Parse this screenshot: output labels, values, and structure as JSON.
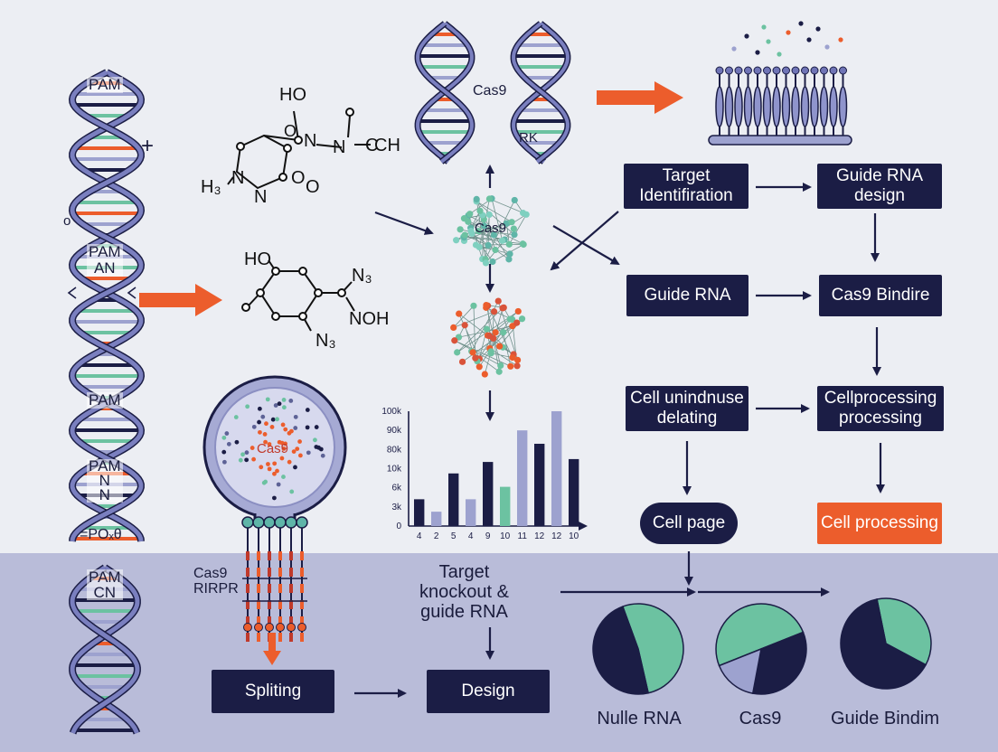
{
  "colors": {
    "navy": "#1b1d45",
    "teal": "#6cc2a1",
    "orange": "#ec5d2c",
    "lavender": "#9da2cf",
    "band": "#b8bbd8"
  },
  "dna_labels": {
    "pam1": "PAM",
    "pam2": "PAM\nAN",
    "pam3": "PAM",
    "pam4": "PAM\nN\nN",
    "pam5": "PAM\nCN",
    "formula": "=POₓθ",
    "plus": "+",
    "o_char": "o"
  },
  "chem": {
    "m1": [
      "HO",
      "O",
      "N",
      "N",
      "C",
      "CH",
      "H₃",
      "N",
      "N",
      "O",
      "O"
    ],
    "m2": [
      "HO",
      "O",
      "N₃",
      "N₃",
      "NOH"
    ]
  },
  "helix_top": {
    "cas9_label": "Cas9",
    "rk_label": "RK"
  },
  "protein": {
    "cas9_label": "Cas9"
  },
  "cell": {
    "cas9_label": "Cas9",
    "side_label": "Cas9\nRIRPR"
  },
  "middle_text": {
    "target": "Target\nknockout &\nguide  RNA"
  },
  "chart_data": {
    "type": "bar",
    "categories": [
      "4",
      "2",
      "5",
      "4",
      "9",
      "10",
      "11",
      "12",
      "12",
      "10"
    ],
    "series_colors": [
      "#1b1d45",
      "#9da2cf",
      "#1b1d45",
      "#9da2cf",
      "#1b1d45",
      "#6cc2a1",
      "#9da2cf",
      "#1b1d45",
      "#9da2cf",
      "#1b1d45"
    ],
    "values": [
      28,
      15,
      55,
      28,
      67,
      41,
      100,
      86,
      120,
      70
    ],
    "ytick_labels": [
      "100k",
      "90k",
      "80k",
      "10k",
      "6k",
      "3k",
      "0"
    ],
    "ymax": 120
  },
  "flow": {
    "target_identification": "Target\nIdentifiration",
    "guide_rna_design": "Guide RNA\ndesign",
    "guide_rna": "Guide RNA",
    "cas9_binding": "Cas9 Bindire",
    "cell_deleting": "Cell unindnuse\ndelating",
    "cell_processing_box": "Cellprocessing\nprocessing",
    "cell_page": "Cell page",
    "cell_processing": "Cell processing",
    "spliting": "Spliting",
    "design": "Design"
  },
  "pies": [
    {
      "label": "Nulle RNA",
      "slices": [
        {
          "value": 52,
          "color": "#6cc2a1"
        },
        {
          "value": 48,
          "color": "#1b1d45"
        }
      ]
    },
    {
      "label": "Cas9",
      "slices": [
        {
          "value": 50,
          "color": "#6cc2a1"
        },
        {
          "value": 34,
          "color": "#1b1d45"
        },
        {
          "value": 16,
          "color": "#9da2cf"
        }
      ]
    },
    {
      "label": "Guide Bindim",
      "slices": [
        {
          "value": 36,
          "color": "#6cc2a1"
        },
        {
          "value": 64,
          "color": "#1b1d45"
        }
      ]
    }
  ]
}
